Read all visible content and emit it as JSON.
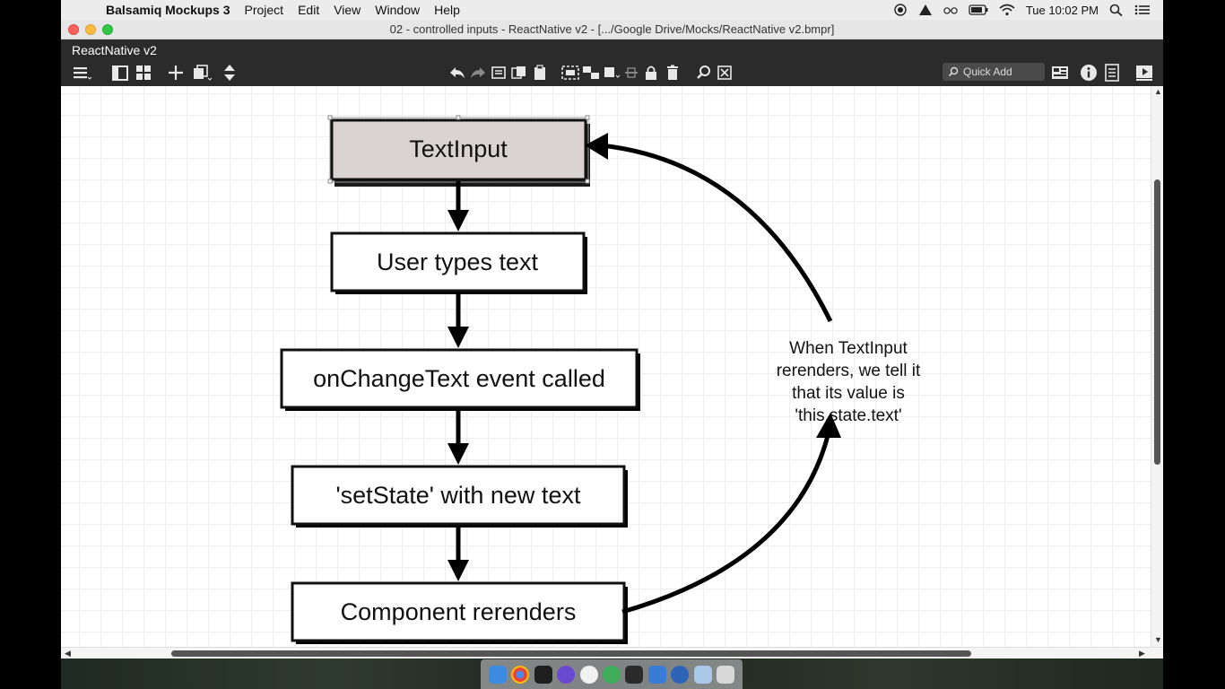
{
  "menubar": {
    "app_name": "Balsamiq Mockups 3",
    "items": [
      "Project",
      "Edit",
      "View",
      "Window",
      "Help"
    ],
    "clock": "Tue 10:02 PM"
  },
  "window": {
    "title": "02 - controlled inputs - ReactNative v2 - [.../Google Drive/Mocks/ReactNative v2.bmpr]",
    "project_name": "ReactNative v2",
    "quick_add_placeholder": "Quick Add"
  },
  "diagram": {
    "boxes": [
      {
        "label": "TextInput",
        "selected": true
      },
      {
        "label": "User types text"
      },
      {
        "label": "onChangeText event called"
      },
      {
        "label": "'setState' with new text"
      },
      {
        "label": "Component rerenders"
      }
    ],
    "annotation": [
      "When TextInput",
      "rerenders, we tell it",
      "that its value is",
      "'this.state.text'"
    ]
  },
  "colors": {
    "menubar": "#ececec",
    "toolbar": "#2b2b2b",
    "selected_box_fill": "#d9d3d2",
    "grid": "#eeeeee"
  }
}
